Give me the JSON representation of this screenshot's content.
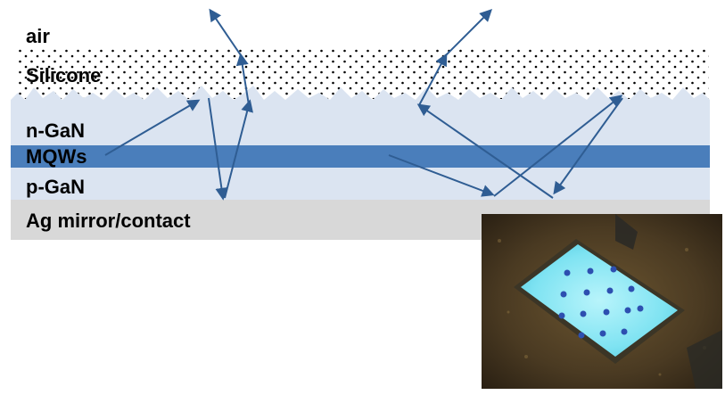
{
  "layers": {
    "air": "air",
    "silicone": "Silicone",
    "n_gan": "n-GaN",
    "mqws": "MQWs",
    "p_gan": "p-GaN",
    "ag_mirror": "Ag mirror/contact"
  },
  "colors": {
    "gan": "#dbe4f1",
    "mqw": "#4a7ebb",
    "ag": "#d8d8d8",
    "arrow": "#2f5d93",
    "dots": "#000000",
    "led_glow": "#7fe3f2",
    "substrate": "#4a3a22"
  },
  "photo": {
    "description_icon": "led-chip-photo"
  }
}
